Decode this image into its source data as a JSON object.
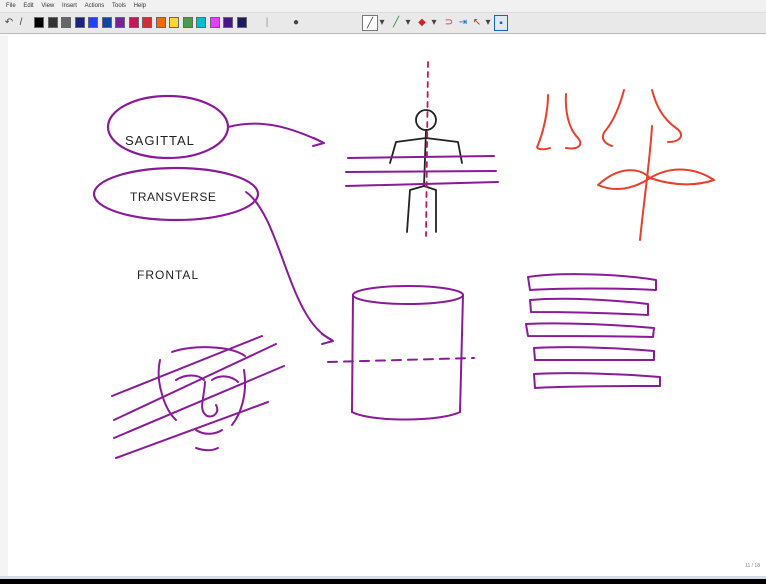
{
  "menu": {
    "items": [
      "File",
      "Edit",
      "View",
      "Insert",
      "Actions",
      "Tools",
      "Help"
    ]
  },
  "toolbar": {
    "colors": [
      "#000000",
      "#333333",
      "#666666",
      "#1a237e",
      "#1e40ff",
      "#0d47a1",
      "#7b1fa2",
      "#c2185b",
      "#d32f2f",
      "#ef6c00",
      "#fdd835",
      "#43a047",
      "#00bcd4",
      "#e040fb",
      "#4a148c",
      "#1b1b5e"
    ],
    "tools": [
      "pen-icon",
      "highlighter-icon",
      "eraser-icon",
      "lasso-icon",
      "insert-space-icon",
      "pointer-icon",
      "hand-icon"
    ]
  },
  "labels": {
    "sagittal": "SAGITTAL",
    "transverse": "TRANSVERSE",
    "frontal": "FRONTAL"
  },
  "footer": {
    "page_number": "11 / 18"
  },
  "ink_colors": {
    "purple": "#8a1a9a",
    "red": "#e8402a",
    "black": "#222222"
  }
}
